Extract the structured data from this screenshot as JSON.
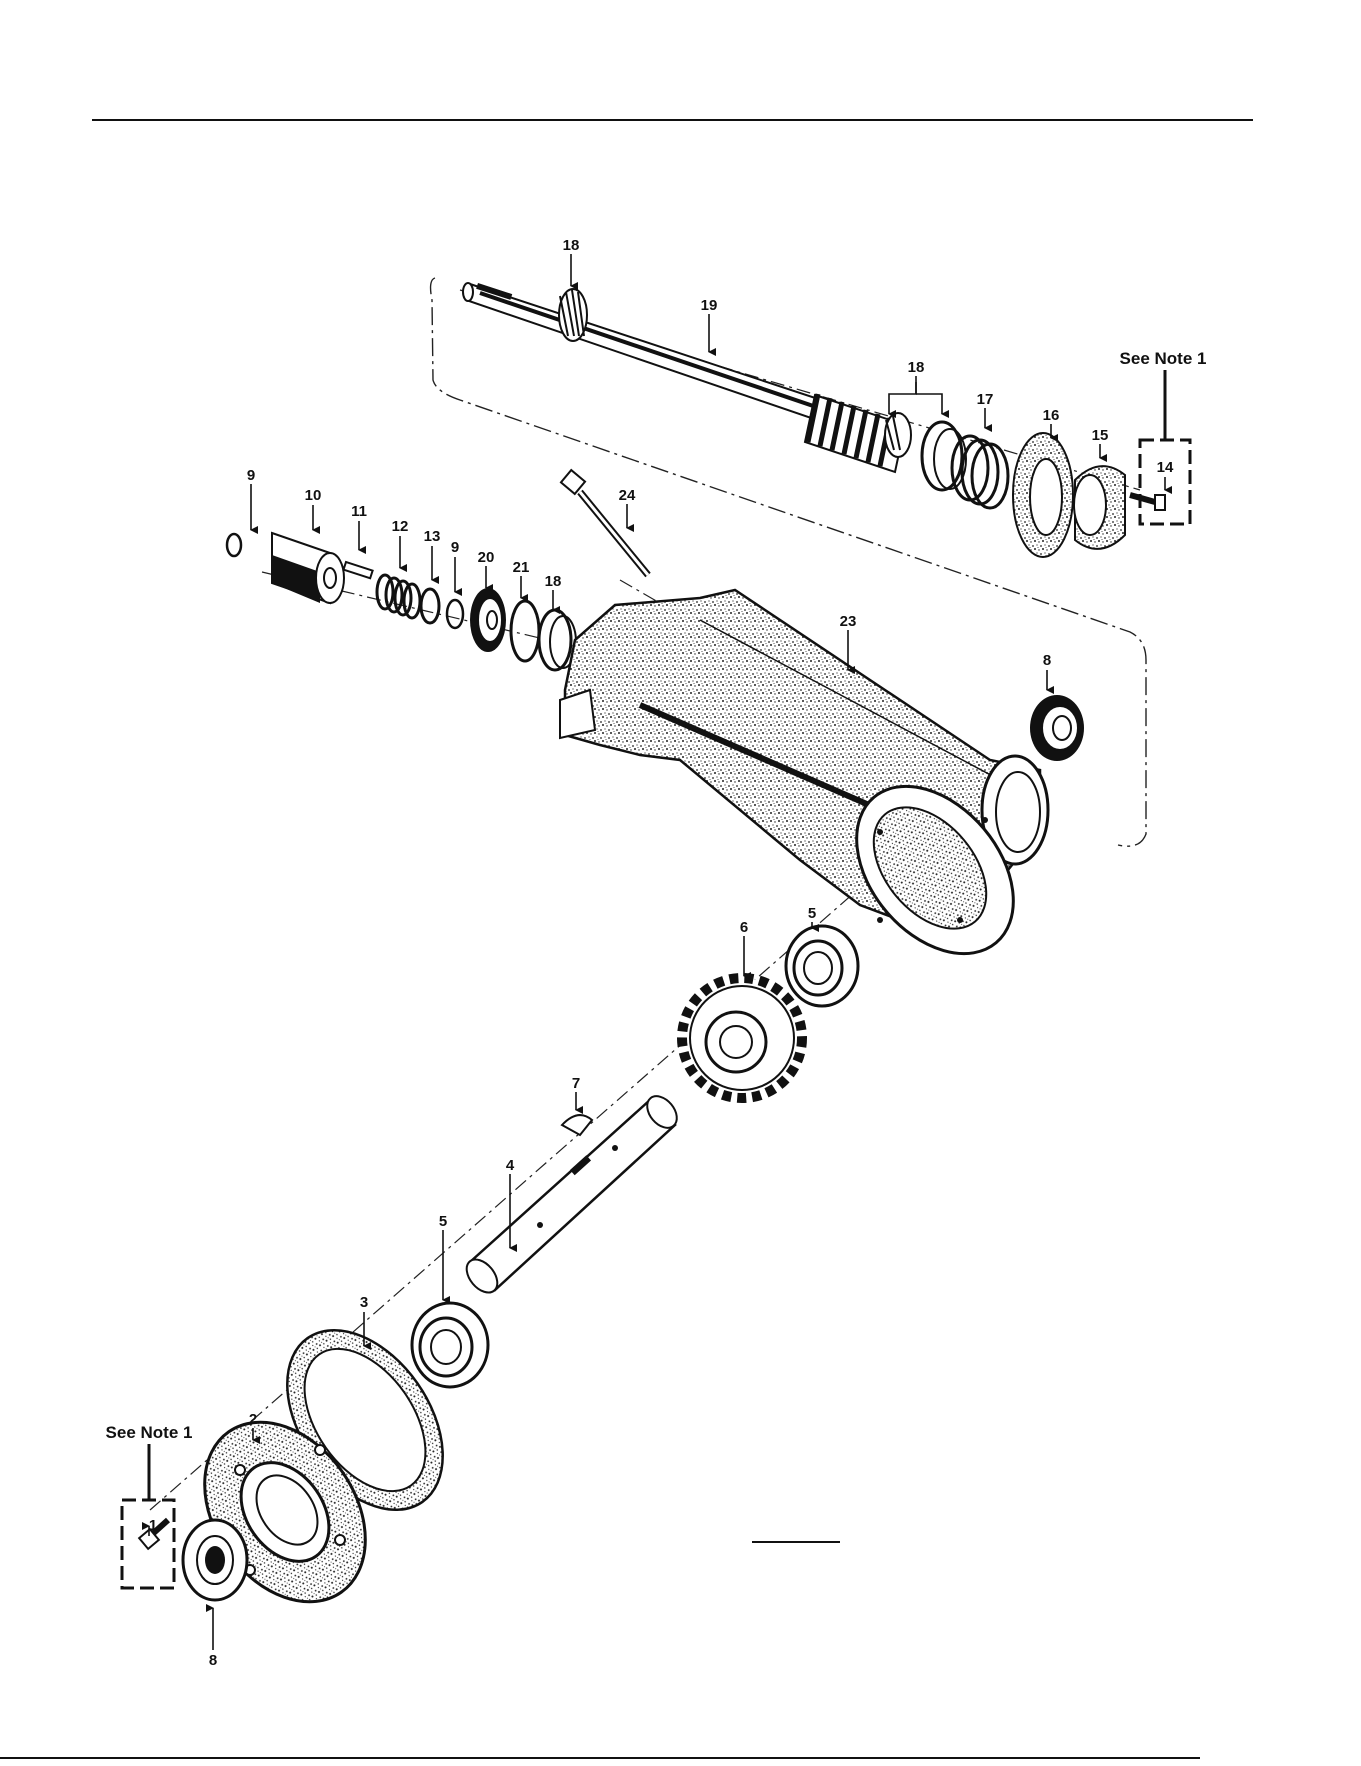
{
  "callouts": {
    "c1": "1",
    "c2": "2",
    "c3": "3",
    "c4": "4",
    "c5a": "5",
    "c5b": "5",
    "c6": "6",
    "c7": "7",
    "c8a": "8",
    "c8b": "8",
    "c9a": "9",
    "c9b": "9",
    "c10": "10",
    "c11": "11",
    "c12": "12",
    "c13": "13",
    "c14": "14",
    "c15": "15",
    "c16": "16",
    "c17": "17",
    "c18a": "18",
    "c18b": "18",
    "c18c": "18",
    "c19": "19",
    "c20": "20",
    "c21": "21",
    "c23": "23",
    "c24": "24"
  },
  "notes": {
    "top_right": "See Note 1",
    "bottom_left": "See Note 1"
  }
}
